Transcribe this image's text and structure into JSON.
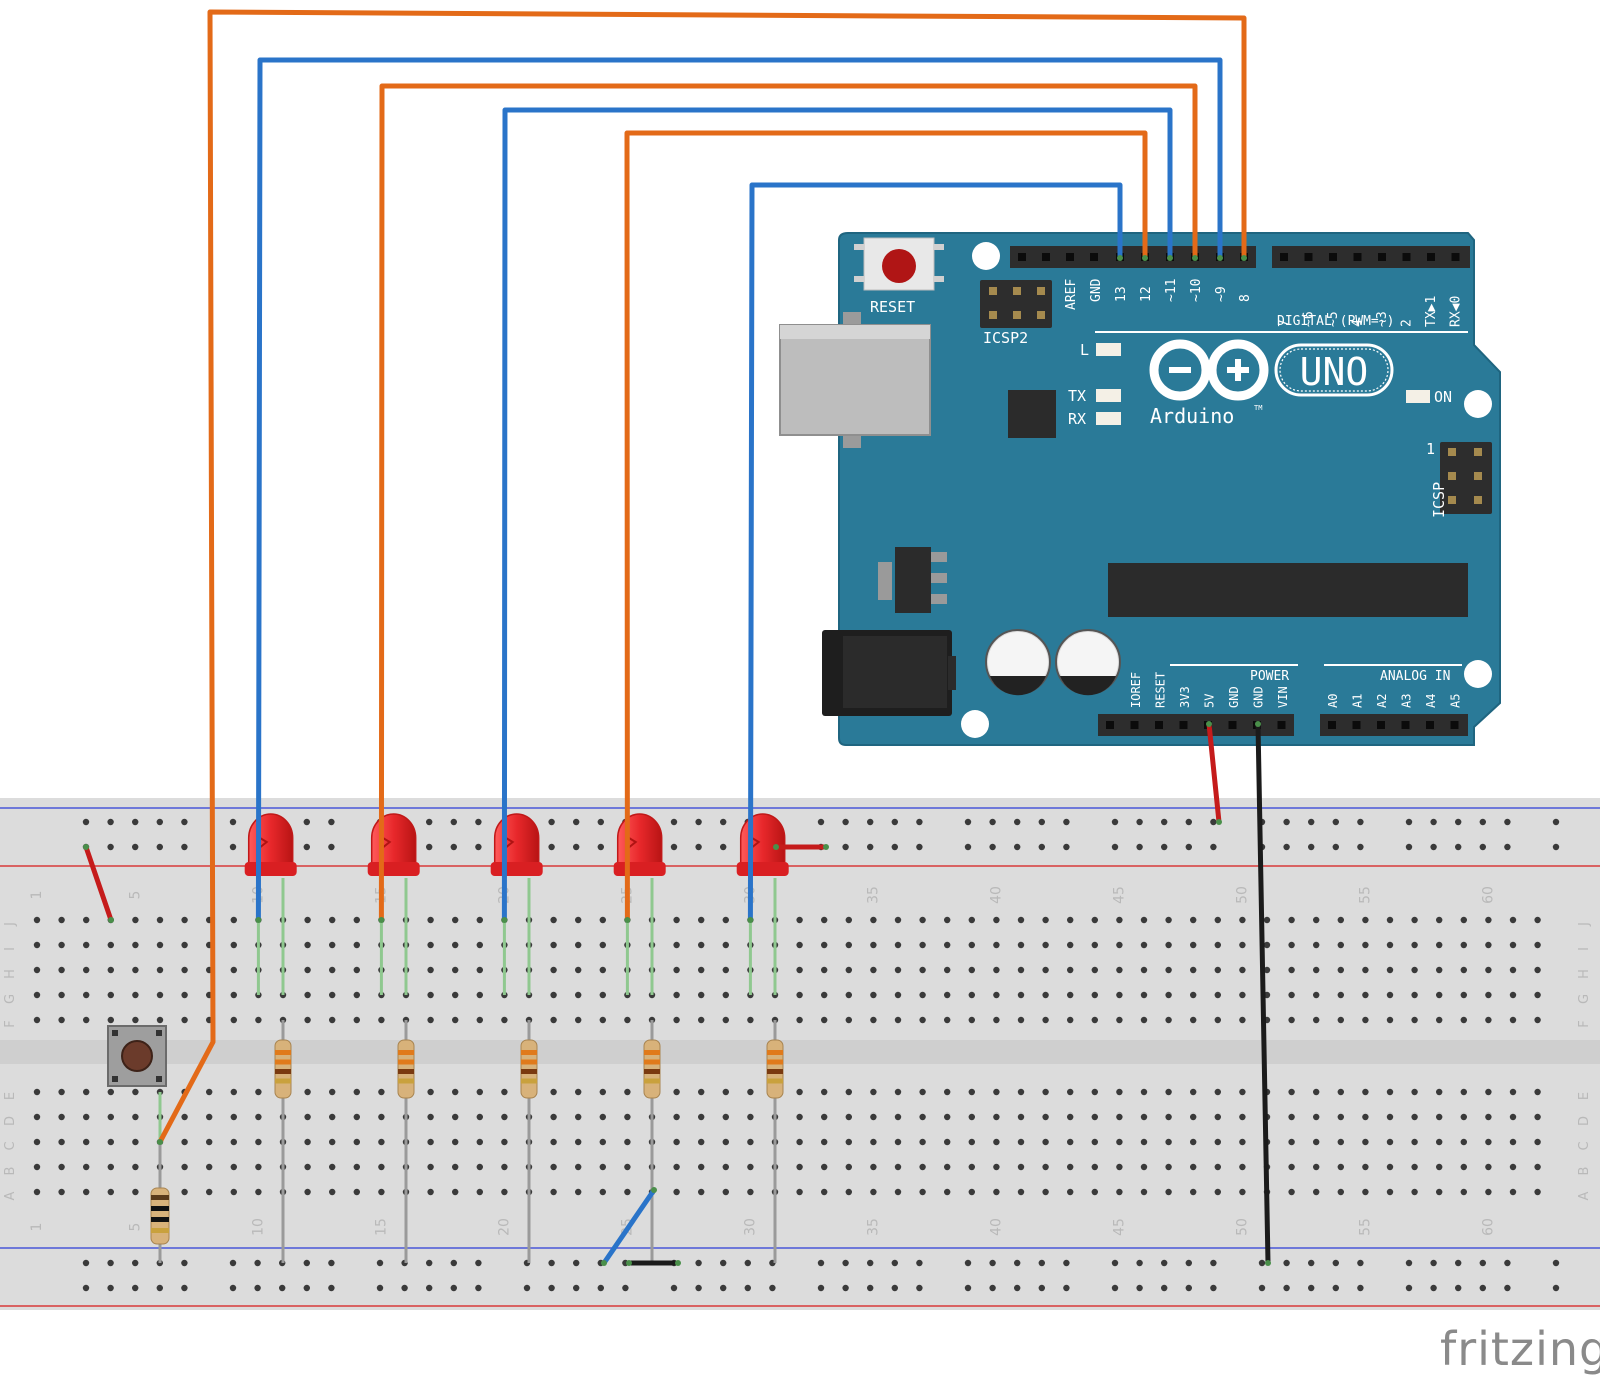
{
  "board": {
    "reset_label": "RESET",
    "icsp2_label": "ICSP2",
    "icsp_label": "ICSP",
    "icsp_pin1": "1",
    "digital_label": "DIGITAL (PWM=~)",
    "aref": "AREF",
    "gnd": "GND",
    "digital_pins_left": [
      "13",
      "12",
      "~11",
      "~10",
      "~9",
      "8"
    ],
    "digital_pins_right": [
      "7",
      "~6",
      "~5",
      "4",
      "~3",
      "2",
      "TX▶1",
      "RX◀0"
    ],
    "led_l": "L",
    "led_tx": "TX",
    "led_rx": "RX",
    "led_on": "ON",
    "brand": "Arduino",
    "brand_tm": "TM",
    "model": "UNO",
    "power_label": "POWER",
    "power_pins": [
      "IOREF",
      "RESET",
      "3V3",
      "5V",
      "GND",
      "GND",
      "VIN"
    ],
    "analog_label": "ANALOG IN",
    "analog_pins": [
      "A0",
      "A1",
      "A2",
      "A3",
      "A4",
      "A5"
    ]
  },
  "breadboard": {
    "column_numbers": [
      "1",
      "5",
      "10",
      "15",
      "20",
      "25",
      "30",
      "35",
      "40",
      "45",
      "50",
      "55",
      "60"
    ],
    "rows_top": [
      "J",
      "I",
      "H",
      "G",
      "F"
    ],
    "rows_bottom": [
      "E",
      "D",
      "C",
      "B",
      "A"
    ]
  },
  "colors": {
    "board": "#2a7a98",
    "wire_orange": "#e36a18",
    "wire_blue": "#2a74c9",
    "wire_red": "#c51b1b",
    "wire_black": "#1b1b1b",
    "led_red": "#e8282b"
  },
  "watermark": "fritzing"
}
